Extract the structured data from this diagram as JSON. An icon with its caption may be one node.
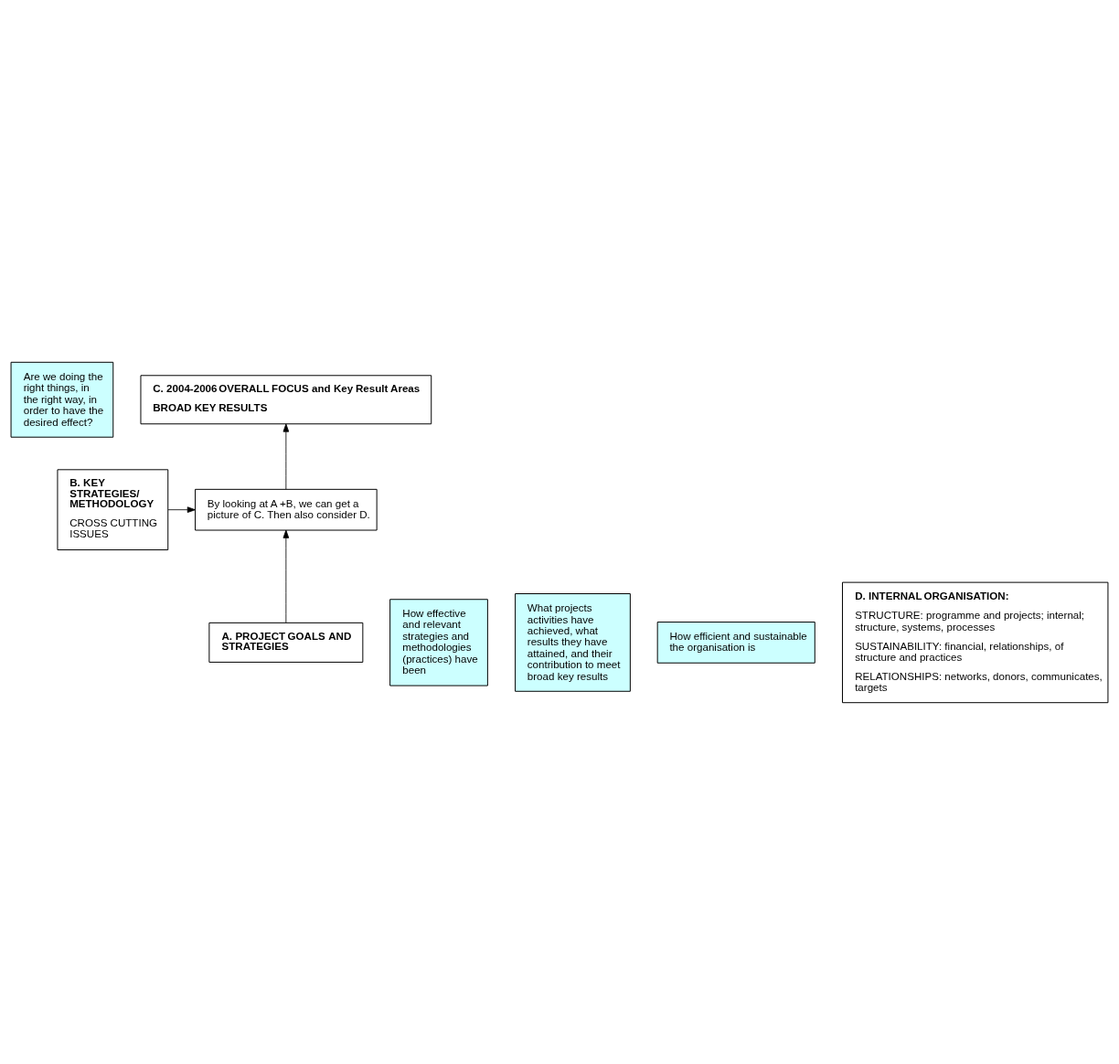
{
  "diagram": {
    "nodes": [
      {
        "text": [
          "Are we doing the right things, in the right way, in order to have the desired effect?"
        ]
      },
      {
        "text": [
          "C. 2004-2006 OVERALL FOCUS and Key Result Areas",
          "BROAD KEY RESULTS"
        ]
      },
      {
        "text": [
          "By looking at A +B, we can get a picture of C. Then also consider D."
        ]
      },
      {
        "text": [
          "B. KEY STRATEGIES/ METHODOLOGY",
          "CROSS CUTTING ISSUES"
        ]
      },
      {
        "text": [
          "A. PROJECT GOALS AND STRATEGIES"
        ]
      },
      {
        "text": [
          "How effective and relevant strategies and methodologies (practices) have been"
        ]
      },
      {
        "text": [
          "What projects activities have achieved, what results they have attained, and their contribution to meet broad key results"
        ]
      },
      {
        "text": [
          "How efficient and sustainable the organisation is"
        ]
      },
      {
        "text": [
          "D. INTERNAL ORGANISATION:",
          "STRUCTURE: programme and projects; internal; structure, systems, processes",
          "SUSTAINABILITY: financial, relationships, of structure and practices",
          "RELATIONSHIPS: networks, donors, communicates, targets"
        ]
      }
    ],
    "edges": [
      {
        "from": 2,
        "to": 1,
        "arrow": "to"
      },
      {
        "from": 3,
        "to": 2,
        "arrow": "to"
      },
      {
        "from": 4,
        "to": 2,
        "arrow": "to"
      }
    ]
  }
}
